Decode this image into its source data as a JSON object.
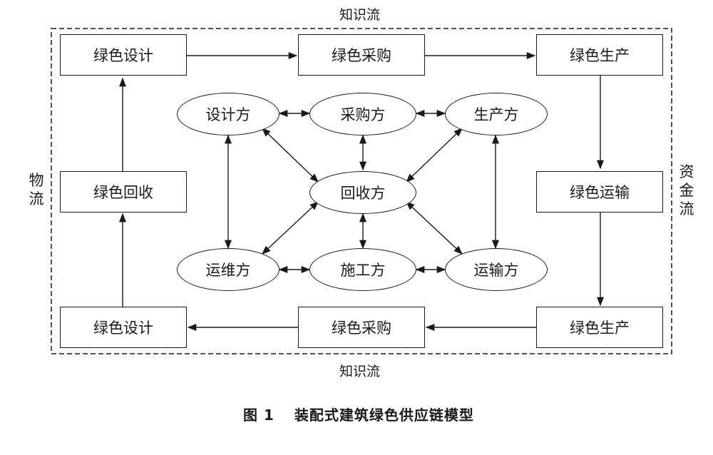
{
  "flows": {
    "top": "知识流",
    "bottom": "知识流",
    "left": "物流",
    "right": "资金流"
  },
  "stages": {
    "top_left": "绿色设计",
    "top_mid": "绿色采购",
    "top_right": "绿色生产",
    "mid_left": "绿色回收",
    "mid_right": "绿色运输",
    "bot_left": "绿色设计",
    "bot_mid": "绿色采购",
    "bot_right": "绿色生产"
  },
  "parties": {
    "designer": "设计方",
    "purchaser": "采购方",
    "producer": "生产方",
    "recycler": "回收方",
    "maintainer": "运维方",
    "constructor": "施工方",
    "transporter": "运输方"
  },
  "caption": {
    "figure": "图 1",
    "title": "装配式建筑绿色供应链模型"
  }
}
